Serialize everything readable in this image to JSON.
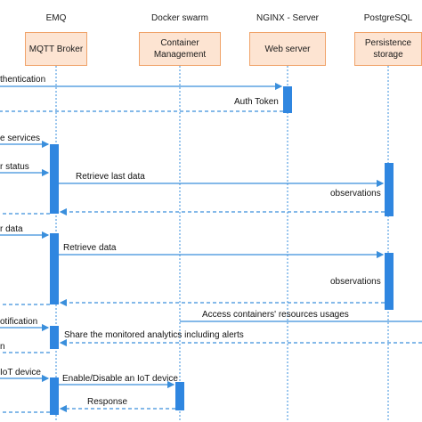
{
  "participants": [
    {
      "tool": "EMQ",
      "role": "MQTT Broker"
    },
    {
      "tool": "Docker swarm",
      "role": "Container Management"
    },
    {
      "tool": "NGINX - Server",
      "role": "Web server"
    },
    {
      "tool": "PostgreSQL",
      "role": "Persistence storage"
    }
  ],
  "messages": [
    {
      "text": "thentication",
      "style": "solid",
      "direction": "right"
    },
    {
      "text": "Auth Token",
      "style": "dashed",
      "direction": "left"
    },
    {
      "text": "e services",
      "style": "solid",
      "direction": "right"
    },
    {
      "text": "r status",
      "style": "solid",
      "direction": "right"
    },
    {
      "text": "Retrieve last data",
      "style": "solid",
      "direction": "right"
    },
    {
      "text": "observations",
      "style": "dashed",
      "direction": "left"
    },
    {
      "text": "r data",
      "style": "solid",
      "direction": "right"
    },
    {
      "text": "Retrieve data",
      "style": "solid",
      "direction": "right"
    },
    {
      "text": "observations",
      "style": "dashed",
      "direction": "left"
    },
    {
      "text": "Access containers' resources usages",
      "style": "solid",
      "direction": "right"
    },
    {
      "text": "otification",
      "style": "solid",
      "direction": "right"
    },
    {
      "text": "Share the monitored analytics including alerts",
      "style": "dashed",
      "direction": "left"
    },
    {
      "text": "n",
      "style": "dashed",
      "direction": "left"
    },
    {
      "text": "IoT device",
      "style": "solid",
      "direction": "right"
    },
    {
      "text": "Enable/Disable an IoT device",
      "style": "solid",
      "direction": "right"
    },
    {
      "text": "Response",
      "style": "dashed",
      "direction": "left"
    }
  ],
  "colors": {
    "box_fill": "#fde4d2",
    "box_border": "#f0a36a",
    "lifeline": "#3a8fdc",
    "arrow": "#3a8fdc",
    "activation": "#2f86e0"
  }
}
